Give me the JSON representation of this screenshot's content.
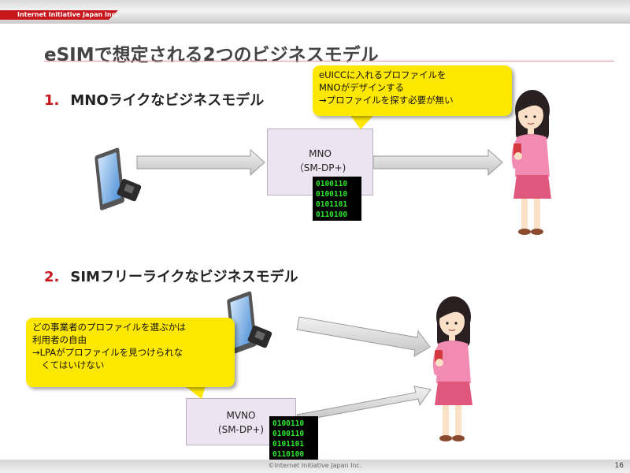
{
  "header": {
    "brand": "Internet Initiative Japan Inc."
  },
  "slide": {
    "title": "eSIMで想定される2つのビジネスモデル",
    "sections": [
      {
        "number": "1.",
        "heading": "MNOライクなビジネスモデル"
      },
      {
        "number": "2.",
        "heading": "SIMフリーライクなビジネスモデル"
      }
    ],
    "boxes": {
      "mno": {
        "line1": "MNO",
        "line2": "（SM-DP+)"
      },
      "mvno": {
        "line1": "MVNO",
        "line2": "(SM-DP+)"
      }
    },
    "callouts": {
      "mno": [
        "eUICCに入れるプロファイルを",
        "MNOがデザインする",
        "→プロファイルを探す必要が無い"
      ],
      "free": [
        "どの事業者のプロファイルを選ぶかは",
        "利用者の自由",
        "→LPAがプロファイルを見つけられな",
        "　くてはいけない"
      ]
    },
    "binary_rows": [
      "0100110",
      "0100110",
      "0101101",
      "0110100"
    ]
  },
  "footer": {
    "copyright": "©Internet Initiative Japan Inc.",
    "page": "16"
  },
  "colors": {
    "accent": "#c8161d",
    "callout": "#ffe800",
    "box": "#ede4f2",
    "binary": "#2ee82e"
  },
  "icons": [
    "tablet-icon",
    "sim-chip-icon",
    "binary-data-icon",
    "woman-smartphone-icon",
    "arrow-icon"
  ]
}
